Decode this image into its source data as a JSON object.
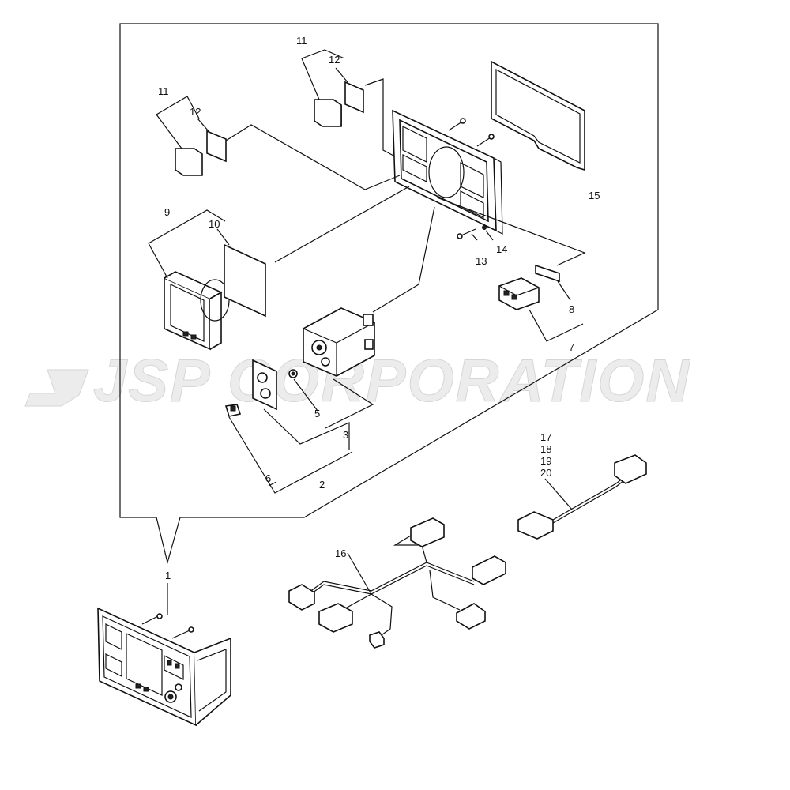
{
  "watermark": "JSP CORPORATION",
  "callouts": {
    "c1": "1",
    "c2": "2",
    "c3": "3",
    "c5": "5",
    "c6": "6",
    "c7": "7",
    "c8": "8",
    "c9": "9",
    "c10": "10",
    "c11a": "11",
    "c11b": "11",
    "c12a": "12",
    "c12b": "12",
    "c13": "13",
    "c14": "14",
    "c15": "15",
    "c16": "16",
    "c17": "17",
    "c18": "18",
    "c19": "19",
    "c20": "20"
  }
}
